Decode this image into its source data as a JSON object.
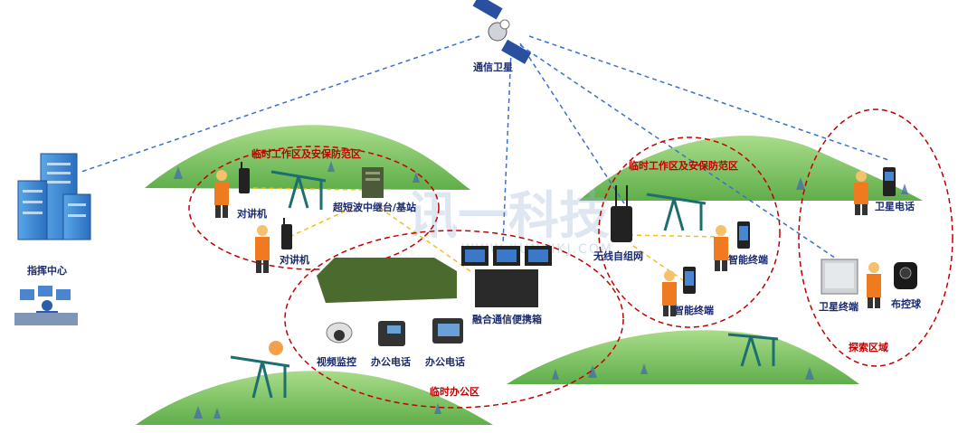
{
  "satellite": {
    "label": "通信卫星"
  },
  "command_center": {
    "label": "指挥中心"
  },
  "zone_left": {
    "title": "临时工作区及安保防范区",
    "radio1": "对讲机",
    "radio2": "对讲机",
    "relay": "超短波中继台/基站"
  },
  "zone_right": {
    "title": "临时工作区及安保防范区",
    "mesh": "无线自组网",
    "smart1": "智能终端",
    "smart2": "智能终端"
  },
  "zone_office": {
    "title": "临时办公区",
    "case": "融合通信便携箱",
    "camera": "视频监控",
    "phone1": "办公电话",
    "phone2": "办公电话"
  },
  "zone_explore": {
    "title": "探索区域",
    "sat_phone": "卫星电话",
    "sat_terminal": "卫星终端",
    "deploy_ball": "布控球"
  },
  "watermark": {
    "main": "讯一科技",
    "sub": "WWW.XUNYIKJ.COM"
  },
  "colors": {
    "zone_border": "#c00000",
    "link_blue": "#3a6fd0",
    "link_yellow": "#f0c020",
    "hill": "#8fcf6f",
    "text": "#1a2a6c"
  }
}
